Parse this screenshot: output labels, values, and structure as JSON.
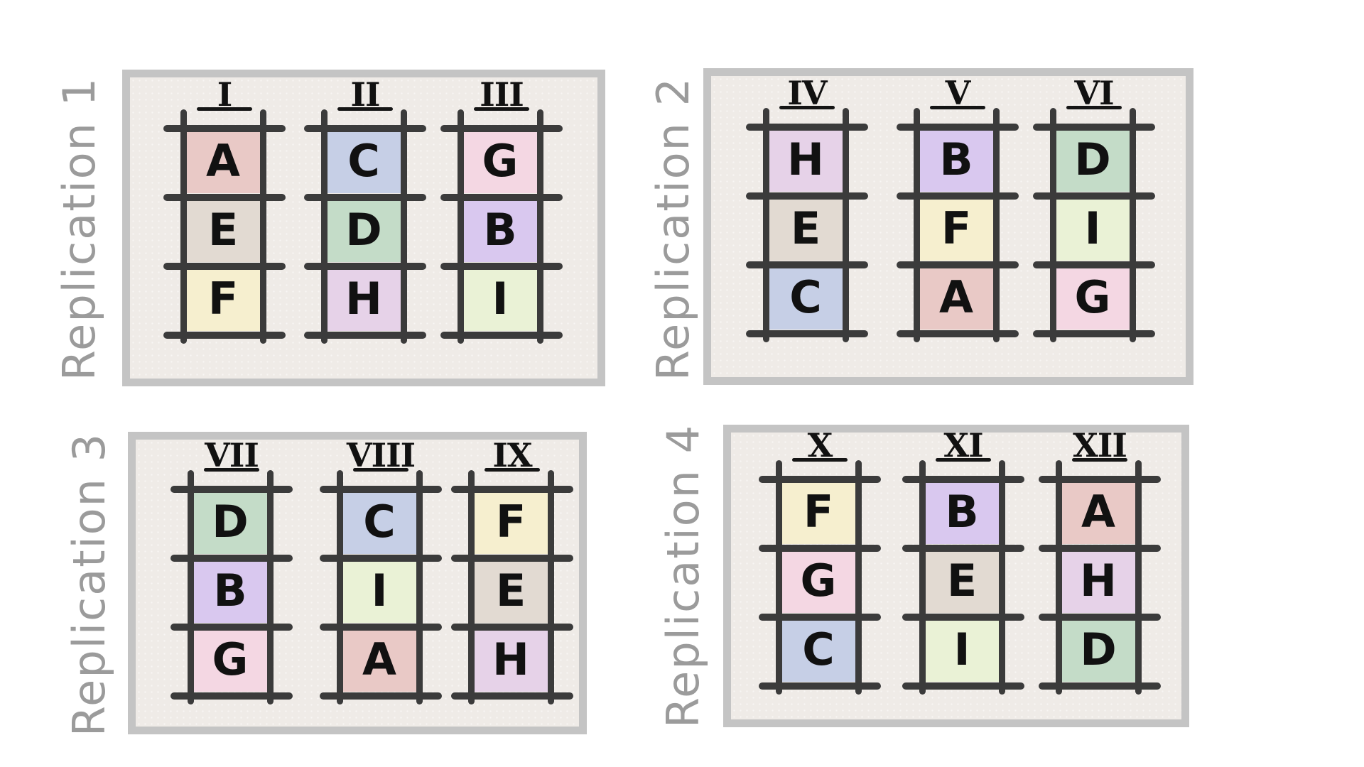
{
  "treatment_colors": {
    "A": "#e9c9c6",
    "B": "#d9c8ef",
    "C": "#c6cfe6",
    "D": "#c4dcc8",
    "E": "#e2dad2",
    "F": "#f6efcf",
    "G": "#f4d7e3",
    "H": "#e6d2e8",
    "I": "#eaf2d6"
  },
  "replications": [
    {
      "label": "Replication 1",
      "blocks": [
        {
          "name": "I",
          "plots": [
            "A",
            "E",
            "F"
          ]
        },
        {
          "name": "II",
          "plots": [
            "C",
            "D",
            "H"
          ]
        },
        {
          "name": "III",
          "plots": [
            "G",
            "B",
            "I"
          ]
        }
      ]
    },
    {
      "label": "Replication 2",
      "blocks": [
        {
          "name": "IV",
          "plots": [
            "H",
            "E",
            "C"
          ]
        },
        {
          "name": "V",
          "plots": [
            "B",
            "F",
            "A"
          ]
        },
        {
          "name": "VI",
          "plots": [
            "D",
            "I",
            "G"
          ]
        }
      ]
    },
    {
      "label": "Replication 3",
      "blocks": [
        {
          "name": "VII",
          "plots": [
            "D",
            "B",
            "G"
          ]
        },
        {
          "name": "VIII",
          "plots": [
            "C",
            "I",
            "A"
          ]
        },
        {
          "name": "IX",
          "plots": [
            "F",
            "E",
            "H"
          ]
        }
      ]
    },
    {
      "label": "Replication 4",
      "blocks": [
        {
          "name": "X",
          "plots": [
            "F",
            "G",
            "C"
          ]
        },
        {
          "name": "XI",
          "plots": [
            "B",
            "E",
            "I"
          ]
        },
        {
          "name": "XII",
          "plots": [
            "A",
            "H",
            "D"
          ]
        }
      ]
    }
  ]
}
